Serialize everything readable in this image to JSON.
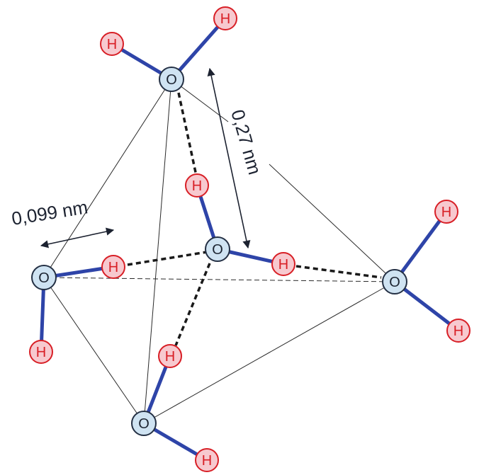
{
  "labels": {
    "oh_bond_length": "0,099 nm",
    "oo_distance": "0,27 nm"
  },
  "atoms": {
    "oxygen_symbol": "O",
    "hydrogen_symbol": "H"
  },
  "colors": {
    "bond": "#2e44a8",
    "oxygen_fill": "#cfe3f2",
    "oxygen_stroke": "#243044",
    "hydrogen_fill": "#f7c9cf",
    "hydrogen_stroke": "#d81f26",
    "tetrahedron_edge": "#2a2a2a",
    "hydrogen_bond": "#1a1a1a"
  }
}
